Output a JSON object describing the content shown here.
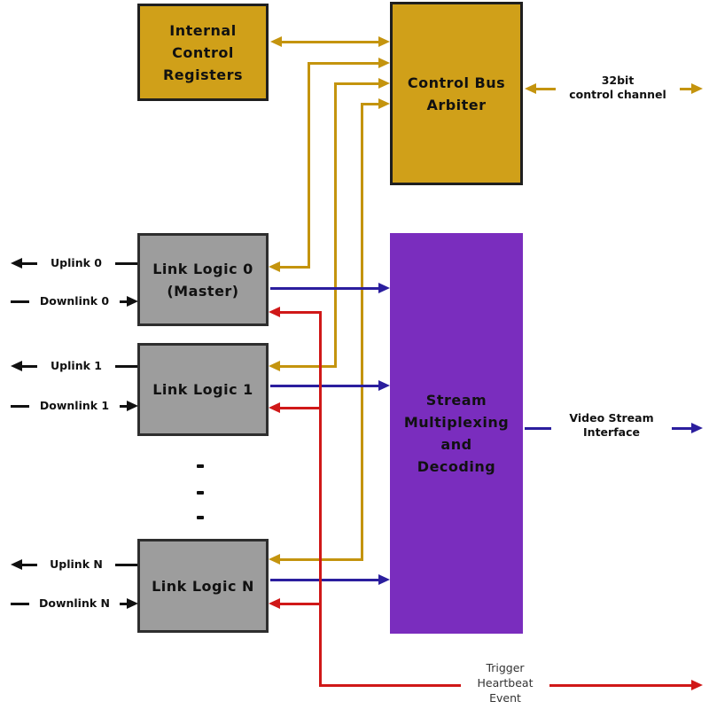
{
  "colors": {
    "gold_box": "#D0A019",
    "gold_line": "#C4940E",
    "gray_box": "#9D9D9D",
    "purple_box": "#7A2DBE",
    "blue_line": "#2B1E9E",
    "red_line": "#D01818",
    "black_line": "#111111",
    "box_border": "#1F1F1F",
    "text": "#111111",
    "trigger_text": "#333333"
  },
  "nodes": {
    "registers": {
      "lines": [
        "Internal",
        "Control",
        "Registers"
      ]
    },
    "arbiter": {
      "lines": [
        "Control Bus",
        "Arbiter"
      ]
    },
    "link0": {
      "lines": [
        "Link Logic 0",
        "(Master)"
      ]
    },
    "link1": {
      "lines": [
        "Link Logic 1"
      ]
    },
    "linkN": {
      "lines": [
        "Link Logic N"
      ]
    },
    "mux": {
      "lines": [
        "Stream",
        "Multiplexing",
        "and",
        "Decoding"
      ]
    }
  },
  "labels": {
    "uplink0": "Uplink 0",
    "downlink0": "Downlink 0",
    "uplink1": "Uplink 1",
    "downlink1": "Downlink 1",
    "uplinkN": "Uplink N",
    "downlinkN": "Downlink N",
    "control_channel": {
      "lines": [
        "32bit",
        "control channel"
      ]
    },
    "video_stream": {
      "lines": [
        "Video Stream",
        "Interface"
      ]
    },
    "trigger": {
      "lines": [
        "Trigger",
        "Heartbeat",
        "Event"
      ]
    }
  }
}
